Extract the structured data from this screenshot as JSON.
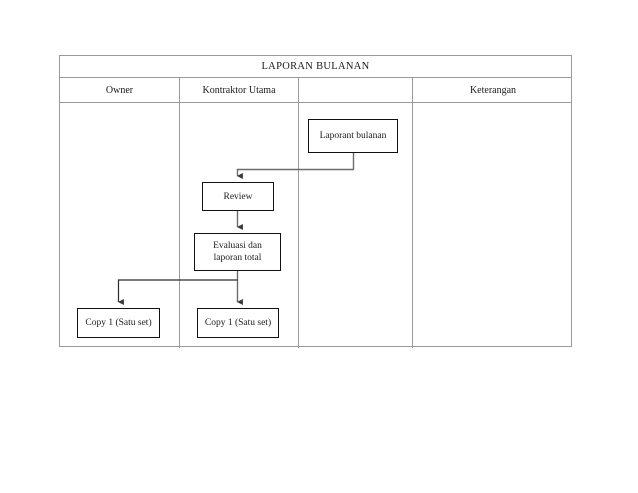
{
  "document": {
    "title": "LAPORAN BULANAN"
  },
  "table": {
    "title": "LAPORAN BULANAN",
    "columns": [
      {
        "label": "Owner"
      },
      {
        "label": "Kontraktor Utama"
      },
      {
        "label": ""
      },
      {
        "label": "Keterangan"
      }
    ]
  },
  "flowchart": {
    "type": "swimlane-flowchart",
    "line_color": "#555555",
    "box_border_color": "#111111",
    "nodes": [
      {
        "id": "laporan",
        "label": "Laporant bulanan",
        "lane": ""
      },
      {
        "id": "review",
        "label": "Review",
        "lane": "Kontraktor Utama"
      },
      {
        "id": "evaluasi",
        "label": "Evaluasi dan\nlaporan total",
        "lane": "Kontraktor Utama"
      },
      {
        "id": "copy_left",
        "label": "Copy 1 (Satu set)",
        "lane": "Owner"
      },
      {
        "id": "copy_right",
        "label": "Copy 1 (Satu set)",
        "lane": "Kontraktor Utama"
      }
    ],
    "node_labels": {
      "laporan": "Laporant bulanan",
      "review": "Review",
      "evaluasi_line1": "Evaluasi dan",
      "evaluasi_line2": "laporan total",
      "copy_left": "Copy 1 (Satu set)",
      "copy_right": "Copy 1 (Satu set)"
    },
    "edges": [
      {
        "from": "laporan",
        "to": "review"
      },
      {
        "from": "review",
        "to": "evaluasi"
      },
      {
        "from": "evaluasi",
        "to": "copy_left"
      },
      {
        "from": "evaluasi",
        "to": "copy_right"
      }
    ]
  }
}
